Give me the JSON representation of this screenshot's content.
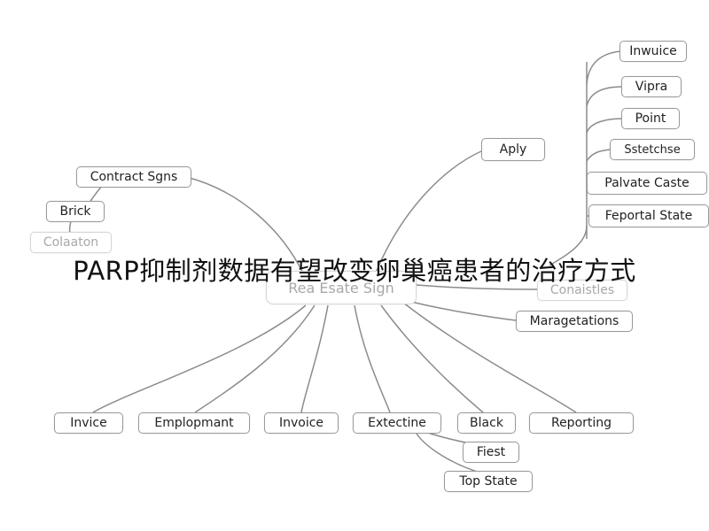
{
  "title": "PARP抑制剂数据有望改变卵巢癌患者的治疗方式",
  "center": "Rea Esate Sign",
  "left_branch": {
    "contract": "Contract Sgns",
    "brick": "Brick",
    "colation": "Colaaton"
  },
  "right_branch": {
    "aply": "Aply",
    "consistles": "Conaistles",
    "maragetations": "Maragetations",
    "list": [
      "Inwuice",
      "Vipra",
      "Point",
      "Sstetchse",
      "Palvate Caste",
      "Feportal State"
    ]
  },
  "bottom_row": [
    "Invice",
    "Emplopmant",
    "Invoice",
    "Extectine",
    "Black",
    "Reporting"
  ],
  "sub": {
    "fiest": "Fiest",
    "top_state": "Top State"
  },
  "colors": {
    "line": "#8c8c8c",
    "border": "#9a9a9a",
    "text": "#222222"
  }
}
